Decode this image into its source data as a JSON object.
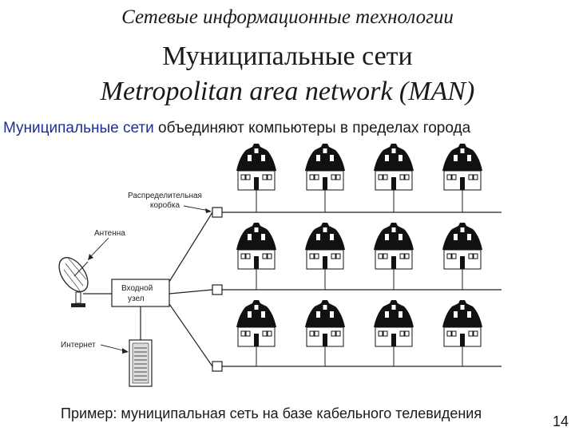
{
  "slide": {
    "header": "Сетевые информационные технологии",
    "title_ru": "Муниципальные сети",
    "title_en": "Metropolitan area network (MAN)",
    "lead_accent": "Муниципальные сети",
    "lead_rest": " объединяют компьютеры в пределах города",
    "caption": "Пример: муниципальная сеть на базе кабельного телевидения",
    "page_number": "14"
  },
  "diagram": {
    "labels": {
      "distribution_box_line1": "Распределительная",
      "distribution_box_line2": "коробка",
      "antenna": "Антенна",
      "headend_line1": "Входной",
      "headend_line2": "узел",
      "internet": "Интернет"
    },
    "rows": 3,
    "houses_per_row": 4
  },
  "colors": {
    "accent": "#1f2f8f",
    "text": "#1a1a1a",
    "house_roof": "#111111",
    "line": "#222222"
  }
}
